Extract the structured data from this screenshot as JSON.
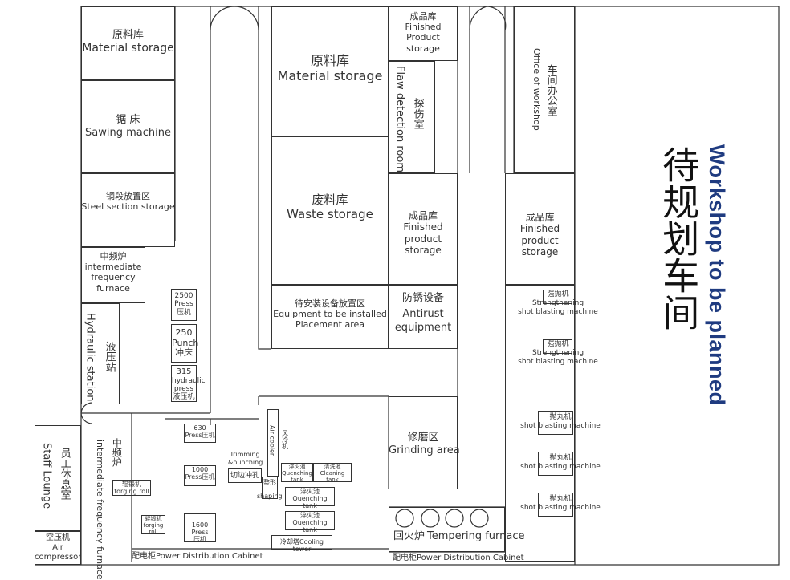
{
  "areas": {
    "material_storage_left": {
      "zh": "原料库",
      "en": "Material storage"
    },
    "sawing_machine": {
      "zh": "锯 床",
      "en": "Sawing machine"
    },
    "steel_section_storage": {
      "zh": "钢段放置区",
      "en": "Steel section storage"
    },
    "if_furnace_top": {
      "zh": "中频炉",
      "en1": "intermediate",
      "en2": "frequency",
      "en3": "furnace"
    },
    "hydraulic_station": {
      "zh": "液压站",
      "en": "Hydraulic station"
    },
    "press_2500": {
      "l1": "2500",
      "l2": "Press",
      "l3": "压机"
    },
    "punch_250": {
      "l1": "250",
      "l2": "Punch",
      "l3": "冲床"
    },
    "hyd_315": {
      "l1": "315",
      "l2": "hydraulic",
      "l3": "press",
      "l4": "液压机"
    },
    "material_storage_center": {
      "zh": "原料库",
      "en": "Material storage"
    },
    "waste_storage": {
      "zh": "废料库",
      "en": "Waste storage"
    },
    "equip_placement": {
      "zh": "待安装设备放置区",
      "en1": "Equipment to be installed",
      "en2": "Placement area"
    },
    "finished_top": {
      "zh": "成品库",
      "en1": "Finished",
      "en2": "Product",
      "en3": "storage"
    },
    "flaw_detection": {
      "zh": "探伤室",
      "en": "Flaw detection room"
    },
    "finished_mid": {
      "zh": "成品库",
      "en1": "Finished",
      "en2": "product",
      "en3": "storage"
    },
    "antirust": {
      "zh": "防锈设备",
      "en1": "Antirust",
      "en2": "equipment"
    },
    "office": {
      "zh": "车间办公室",
      "en": "Office of workshop"
    },
    "finished_right": {
      "zh": "成品库",
      "en1": "Finished",
      "en2": "product",
      "en3": "storage"
    },
    "grinding": {
      "zh": "修磨区",
      "en": "Grinding area"
    },
    "tempering": {
      "zh": "回火炉",
      "en": "Tempering furnace"
    },
    "staff_lounge": {
      "zh": "员工休息室",
      "en": "Staff Lounge"
    },
    "air_compressor": {
      "zh": "空压机",
      "en1": "Air",
      "en2": "compressor"
    },
    "if_furnace_bottom": {
      "zh": "中频炉",
      "en": "intermediate frequency furnace"
    },
    "power_cabinet_left": {
      "text": "配电柜Power Distribution Cabinet"
    },
    "power_cabinet_right": {
      "text": "配电柜Power Distribution Cabinet"
    },
    "workshop_planned": {
      "zh": "待规划车间",
      "en": "Workshop to be planned"
    }
  },
  "equipment": {
    "press_630": {
      "l1": "630",
      "l2": "Press压机"
    },
    "press_1000": {
      "l1": "1000",
      "l2": "Press压机"
    },
    "press_1600": {
      "l1": "1600 Press",
      "l2": "压机"
    },
    "forging_roll_1": {
      "zh": "辊锻机",
      "en": "forging roll"
    },
    "forging_roll_2": {
      "zh": "辊锻机",
      "en": "forging roll"
    },
    "trimming": {
      "l1": "Trimming",
      "l2": "&punching",
      "l3": "切边冲孔"
    },
    "shaping": {
      "zh": "整形",
      "en": "shaping"
    },
    "air_cooler": {
      "en": "Air cooler",
      "zh": "风冷机"
    },
    "quenching_tank_1": {
      "zh": "淬火池",
      "en1": "Quenching",
      "en2": "tank"
    },
    "cleaning_tank": {
      "zh": "清洗池",
      "en": "Cleaning tank"
    },
    "quenching_tank_2": {
      "zh": "淬火池",
      "en": "Quenching tank"
    },
    "quenching_tank_3": {
      "zh": "淬火池",
      "en": "Quenching tank"
    },
    "cooling_tower": {
      "text": "冷却塔Cooling tower"
    },
    "shot_1": {
      "zh": "强抛机",
      "en1": "Strengthening",
      "en2": "shot blasting machine"
    },
    "shot_2": {
      "zh": "强抛机",
      "en1": "Strengthening",
      "en2": "shot blasting machine"
    },
    "shot_3": {
      "zh": "抛丸机",
      "en": "shot blasting machine"
    },
    "shot_4": {
      "zh": "抛丸机",
      "en": "shot blasting machine"
    },
    "shot_5": {
      "zh": "抛丸机",
      "en": "shot blasting machine"
    }
  },
  "colors": {
    "line": "#333333",
    "accent_text": "#1f3b80"
  }
}
